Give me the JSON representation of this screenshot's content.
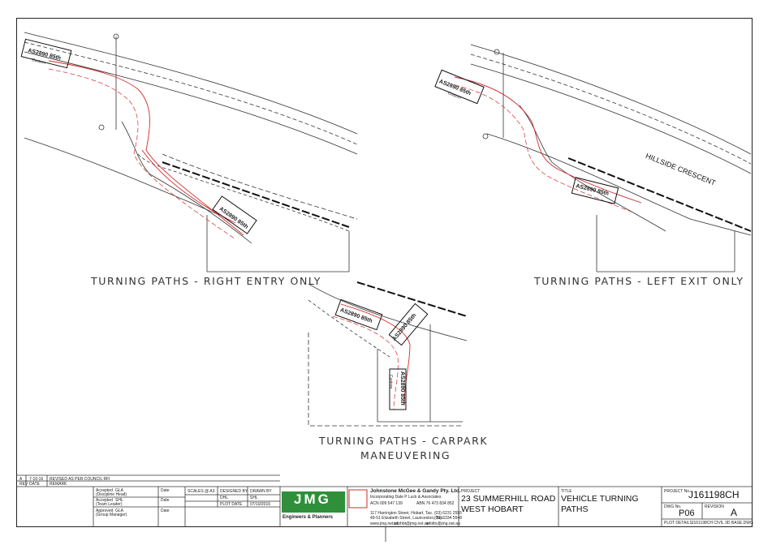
{
  "captions": {
    "right_entry": "TURNING PATHS - RIGHT ENTRY ONLY",
    "left_exit": "TURNING PATHS - LEFT EXIT ONLY",
    "carpark_line1": "TURNING PATHS - CARPARK",
    "carpark_line2": "MANEUVERING"
  },
  "vehicle_labels": {
    "model": "AS2890 85th",
    "variant": "Custom"
  },
  "street": {
    "name": "HILLSIDE CRESCENT"
  },
  "revision_block": {
    "rev": "A",
    "date": "7-10-16",
    "description": "REVISED AS PER COUNCIL RFI",
    "rev_label": "REV",
    "date_label": "DATE",
    "remark_label": "REMARK"
  },
  "approvals": {
    "accepted_1": "Accepted",
    "accepted_1_sub": "(Discipline Head)",
    "accepted_1_name": "GLA",
    "accepted_2": "Accepted",
    "accepted_2_sub": "(Team Leader)",
    "accepted_2_name": "SHL",
    "approved": "Approved",
    "approved_sub": "(Group Manager)",
    "approved_name": "GLA",
    "date_label": "Date"
  },
  "scales": {
    "label": "SCALES @ A3",
    "designed_label": "DESIGNED BY",
    "drawn_label": "DRAWN BY",
    "designed_by": "DHL",
    "drawn_by": "SHL",
    "plot_date_label": "PLOT DATE",
    "plot_date": "07/10/2016"
  },
  "company": {
    "name": "Johnstone McGee & Gandy Pty. Ltd.",
    "incorporating": "Incorporating  Dale P Luck & Associates",
    "acn": "ACN 009 547 139",
    "abn": "ABN 76 473 834 852",
    "address_1": "117 Harrington Street, Hobart, Tas.",
    "phone_1": "(03) 6231 2555",
    "address_2": "49-51 Elizabeth Street, Launceston, Tas.",
    "phone_2": "(03) 6334 5548",
    "web": "www.jmg.net.au",
    "email_1": "infohbt@jmg.net.au",
    "email_2": "infoltn@jmg.net.au",
    "logo_text": "JMG",
    "logo_sub": "Engineers & Planners"
  },
  "project": {
    "label": "PROJECT",
    "line1": "23 SUMMERHILL ROAD",
    "line2": "WEST HOBART"
  },
  "title": {
    "label": "TITLE",
    "line1": "VEHICLE TURNING",
    "line2": "PATHS"
  },
  "numbers": {
    "project_no_label": "PROJECT No.",
    "project_no": "J161198CH",
    "dwg_no_label": "DWG No.",
    "dwg_no": "P06",
    "revision_label": "REVISION",
    "revision": "A",
    "plot_details_label": "PLOT DETAILS",
    "plot_details": "J161198CH CIVIL 3D BASE.DWG"
  },
  "colors": {
    "line": "#333333",
    "turning_path": "#d22b2b",
    "logo_green": "#2f8f3a",
    "logo_blue": "#1d3f8f"
  }
}
